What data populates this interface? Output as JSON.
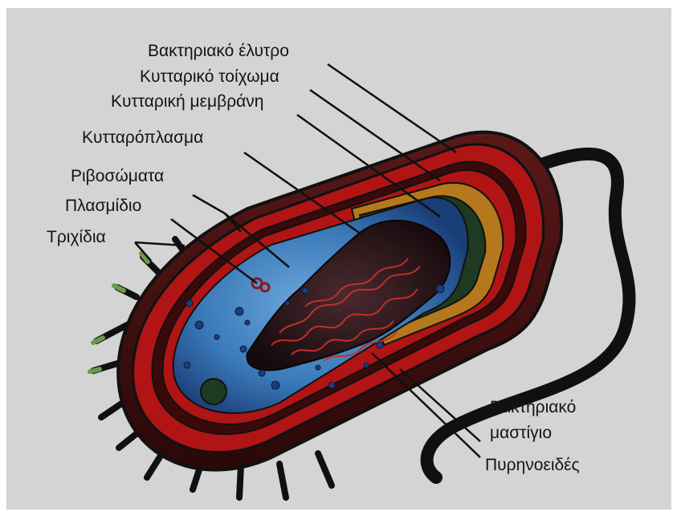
{
  "diagram": {
    "labels": {
      "capsule": "Βακτηριακό έλυτρο",
      "cell_wall": "Κυτταρικό τοίχωμα",
      "membrane": "Κυτταρική μεμβράνη",
      "cytoplasm": "Κυτταρόπλασμα",
      "ribosomes": "Ριβοσώματα",
      "plasmid": "Πλασμίδιο",
      "pili": "Τριχίδια",
      "flagellum_line1": "Βακτηριακό",
      "flagellum_line2": "μαστίγιο",
      "nucleoid": "Πυρηνοειδές"
    },
    "colors": {
      "background": "#d4d4d4",
      "capsule": "#4a1212",
      "cell_wall": "#b01414",
      "membrane_gold": "#b5781c",
      "membrane_green": "#1e3a22",
      "cytoplasm": "#3a78b8",
      "nucleoid": "#2a1a1e",
      "dna": "#c0302a",
      "pili_tip": "#6a9a4a",
      "outline": "#111111"
    }
  }
}
